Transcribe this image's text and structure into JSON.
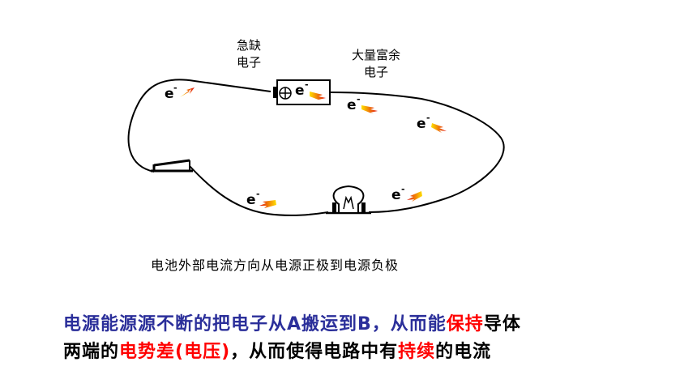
{
  "labels": {
    "deficit_line1": "急缺",
    "deficit_line2": "电子",
    "surplus_line1": "大量富余",
    "surplus_line2": "电子"
  },
  "electron_symbol": "e",
  "electron_charge": "-",
  "plus_symbol": "⊕",
  "caption": "电池外部电流方向从电源正极到电源负极",
  "conclusion": {
    "line1": [
      {
        "text": "电源能源源不断的把电子从A搬运到B，从而能",
        "color": "blue"
      },
      {
        "text": "保持",
        "color": "red"
      },
      {
        "text": "导体",
        "color": "black"
      }
    ],
    "line2": [
      {
        "text": "两端的",
        "color": "black"
      },
      {
        "text": "电势差(电压)",
        "color": "red"
      },
      {
        "text": "，从而使得电路中有",
        "color": "black"
      },
      {
        "text": "持续",
        "color": "red"
      },
      {
        "text": "的电流",
        "color": "black"
      }
    ]
  },
  "colors": {
    "blue": "#2b2f9a",
    "red": "#ff0000",
    "arrow_start": "#ffd400",
    "arrow_end": "#e01010"
  },
  "icons": [
    "battery-icon",
    "switch-icon",
    "bulb-icon",
    "electron-arrow-icon"
  ]
}
